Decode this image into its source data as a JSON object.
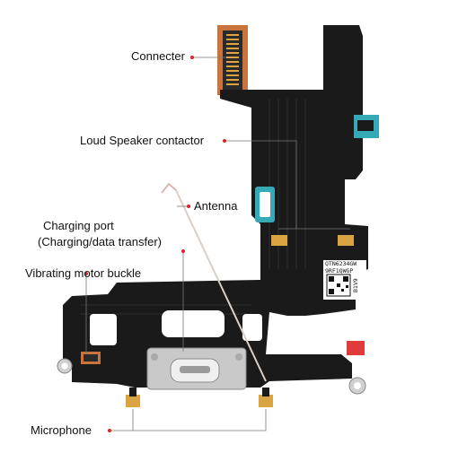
{
  "labels": {
    "connecter": "Connecter",
    "loud_speaker": "Loud Speaker contactor",
    "antenna": "Antenna",
    "charging_port_line1": "Charging port",
    "charging_port_line2": "(Charging/data transfer)",
    "vibrating_motor": "Vibrating motor buckle",
    "microphone": "Microphone"
  },
  "sticker": {
    "line1": "QTN6234GW",
    "line2": "9RF1QWGP",
    "side": "B1V9"
  },
  "colors": {
    "flex_cable": "#1a1a1a",
    "connector_copper": "#c8743c",
    "contact_gold": "#d9a441",
    "teal_tab": "#35a9b5",
    "red_pad": "#e03a3a",
    "marker": "#d62828",
    "leader_line": "#777777"
  }
}
